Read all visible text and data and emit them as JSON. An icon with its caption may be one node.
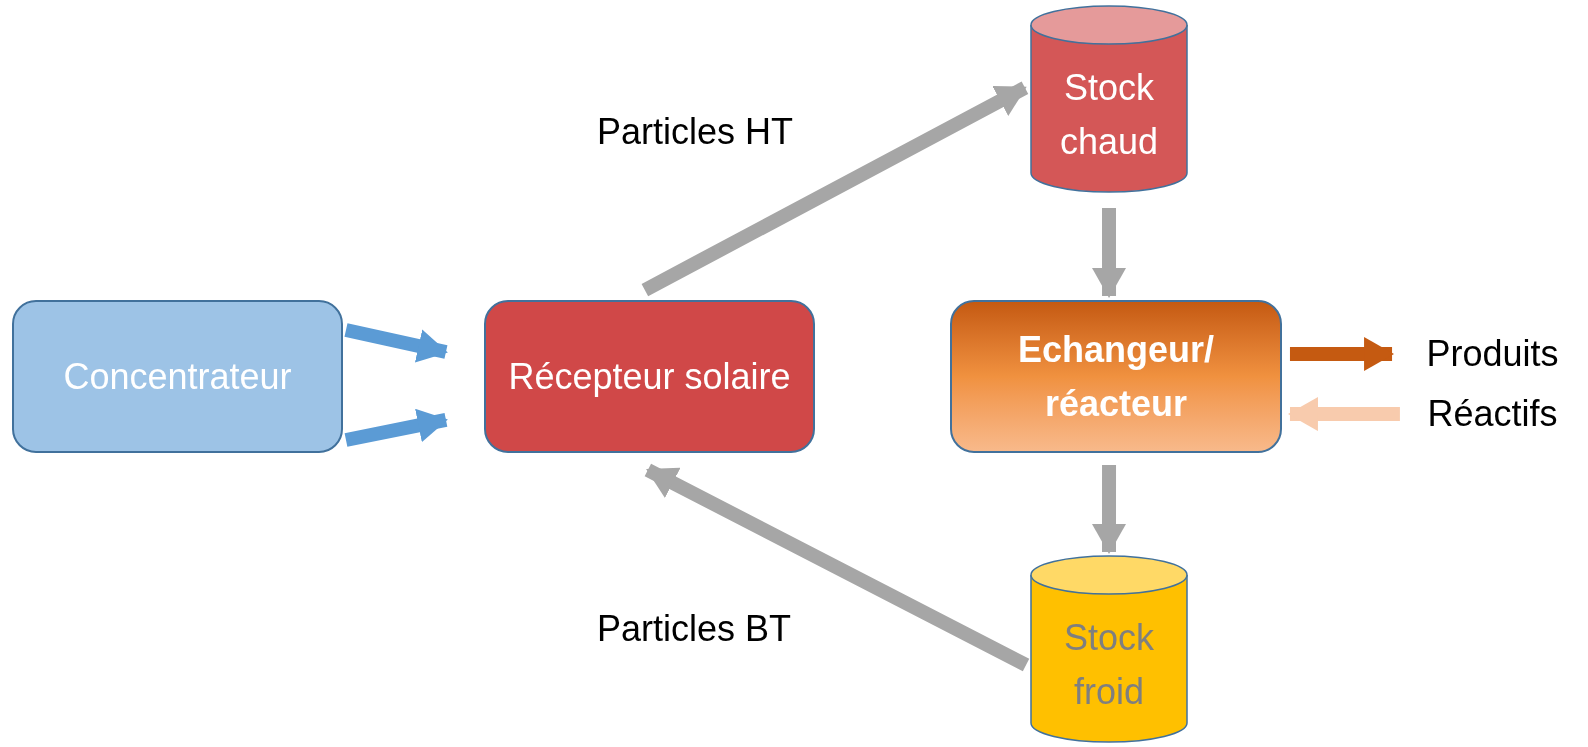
{
  "diagram": {
    "nodes": [
      {
        "text": [
          "Concentrateur"
        ]
      },
      {
        "text": [
          "Récepteur solaire"
        ]
      },
      {
        "text": [
          "Stock chaud"
        ]
      },
      {
        "text": [
          "Echangeur/ réacteur"
        ]
      },
      {
        "text": [
          "Stock froid"
        ]
      },
      {
        "text": [
          "Produits"
        ]
      },
      {
        "text": [
          "Réactifs"
        ]
      }
    ],
    "edges": [
      {
        "from": 0,
        "to": 1,
        "arrow": "to",
        "color": "#5b9bd5"
      },
      {
        "from": 0,
        "to": 1,
        "arrow": "to",
        "color": "#5b9bd5"
      },
      {
        "from": 1,
        "to": 2,
        "arrow": "to",
        "label": "Particles HT"
      },
      {
        "from": 2,
        "to": 3,
        "arrow": "to"
      },
      {
        "from": 3,
        "to": 4,
        "arrow": "to"
      },
      {
        "from": 4,
        "to": 1,
        "arrow": "to",
        "label": "Particles BT"
      },
      {
        "from": 3,
        "to": 5,
        "arrow": "to",
        "color": "#c55a11"
      },
      {
        "from": 6,
        "to": 3,
        "arrow": "to",
        "color": "#f8cbad"
      }
    ]
  }
}
